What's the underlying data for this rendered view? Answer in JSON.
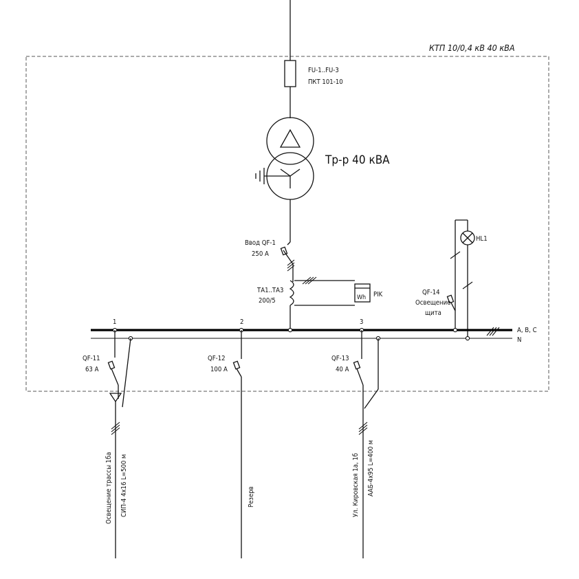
{
  "substation_title": "КТП 10/0,4 кВ 40 кВА",
  "fuse": {
    "ref": "FU-1..FU-3",
    "type": "ПКТ 101-10"
  },
  "transformer": {
    "label": "Тр-р 40 кВА"
  },
  "main_breaker": {
    "ref": "Ввод QF-1",
    "rating": "250 А"
  },
  "current_transformer": {
    "ref": "ТА1..ТА3",
    "ratio": "200/5"
  },
  "meter": {
    "symbol": "Wh",
    "ref": "PIK"
  },
  "panel_light": {
    "ref": "HL1"
  },
  "lighting_breaker": {
    "ref": "QF-14",
    "purpose_line1": "Освещение",
    "purpose_line2": "щита"
  },
  "bus": {
    "phases_label": "А, В, С",
    "neutral_label": "N"
  },
  "feeders": [
    {
      "number": "1",
      "breaker": "QF-11",
      "rating": "63 А",
      "description": "Освещение трассы 1ба",
      "cable": "СИП-4 4х16 L=500 м"
    },
    {
      "number": "2",
      "breaker": "QF-12",
      "rating": "100 А",
      "description": "Резерв",
      "cable": ""
    },
    {
      "number": "3",
      "breaker": "QF-13",
      "rating": "40 А",
      "description": "Ул. Кировская 1а, 1б",
      "cable": "ААБ-4х95 L=400 м"
    }
  ]
}
